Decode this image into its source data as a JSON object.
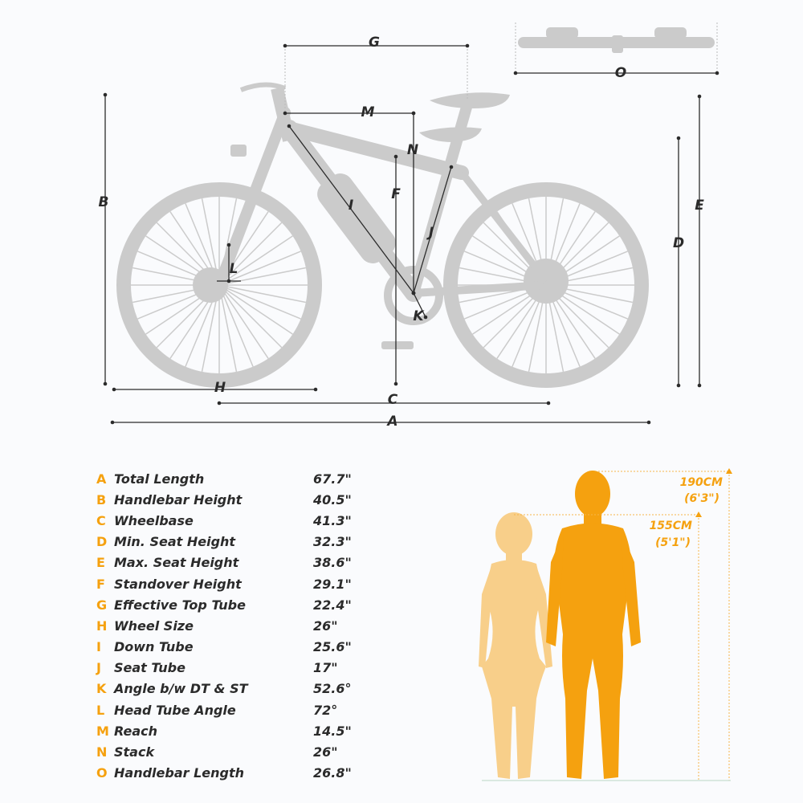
{
  "dimension_letters": [
    "A",
    "B",
    "C",
    "D",
    "E",
    "F",
    "G",
    "H",
    "I",
    "J",
    "K",
    "L",
    "M",
    "N",
    "O"
  ],
  "specs": [
    {
      "key": "A",
      "name": "Total Length",
      "value": "67.7\""
    },
    {
      "key": "B",
      "name": "Handlebar Height",
      "value": "40.5\""
    },
    {
      "key": "C",
      "name": "Wheelbase",
      "value": "41.3\""
    },
    {
      "key": "D",
      "name": "Min. Seat Height",
      "value": "32.3\""
    },
    {
      "key": "E",
      "name": "Max. Seat Height",
      "value": "38.6\""
    },
    {
      "key": "F",
      "name": "Standover Height",
      "value": "29.1\""
    },
    {
      "key": "G",
      "name": "Effective Top Tube",
      "value": "22.4\""
    },
    {
      "key": "H",
      "name": "Wheel Size",
      "value": "26\""
    },
    {
      "key": "I",
      "name": "Down Tube",
      "value": "25.6\""
    },
    {
      "key": "J",
      "name": "Seat Tube",
      "value": "17\""
    },
    {
      "key": "K",
      "name": "Angle b/w DT & ST",
      "value": "52.6°"
    },
    {
      "key": "L",
      "name": "Head Tube Angle",
      "value": "72°"
    },
    {
      "key": "M",
      "name": "Reach",
      "value": "14.5\""
    },
    {
      "key": "N",
      "name": "Stack",
      "value": "26\""
    },
    {
      "key": "O",
      "name": "Handlebar Length",
      "value": "26.8\""
    }
  ],
  "heights": {
    "male": {
      "cm": "190CM",
      "ft": "(6'3\")"
    },
    "female": {
      "cm": "155CM",
      "ft": "(5'1\")"
    }
  },
  "colors": {
    "accent": "#f5a10f",
    "female": "#f8cf8a",
    "bike": "#cbcbcb",
    "text": "#2b2b2b"
  }
}
